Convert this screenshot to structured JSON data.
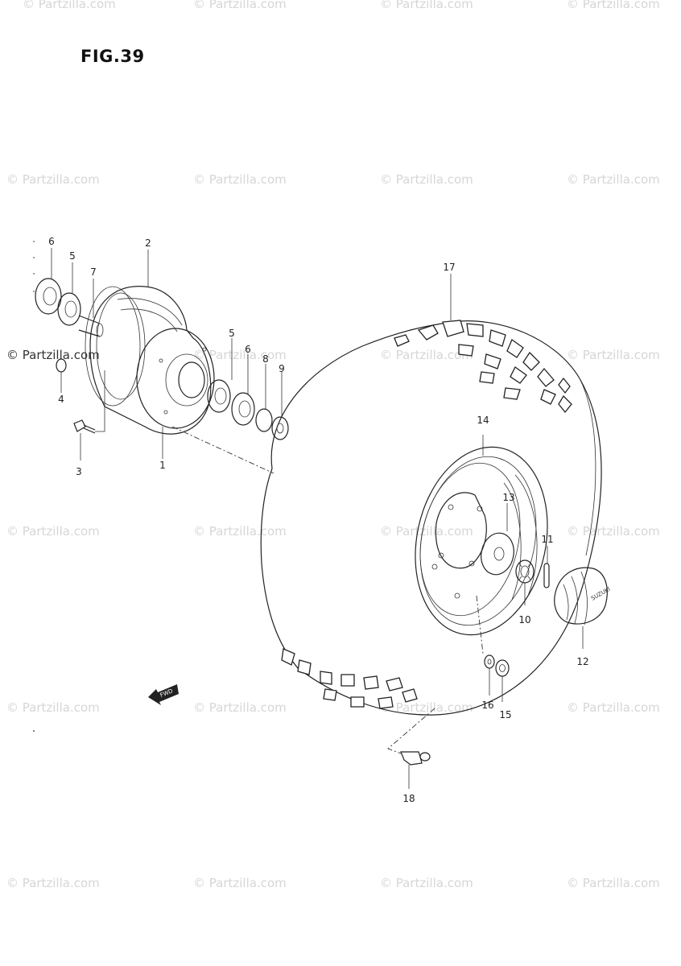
{
  "figure": {
    "title": "FIG.39"
  },
  "watermark": {
    "text": "© Partzilla.com",
    "dark_text": "© Partzilla.com"
  },
  "parts": {
    "p1": "1",
    "p2": "2",
    "p3": "3",
    "p4": "4",
    "p5a": "5",
    "p5b": "5",
    "p6a": "6",
    "p6b": "6",
    "p7": "7",
    "p8": "8",
    "p9": "9",
    "p10": "10",
    "p11": "11",
    "p12": "12",
    "p13": "13",
    "p14": "14",
    "p15": "15",
    "p16": "16",
    "p17": "17",
    "p18": "18"
  },
  "icons": {
    "front_arrow": "front-arrow-icon",
    "hub_cap_logo": "SUZUKI"
  }
}
